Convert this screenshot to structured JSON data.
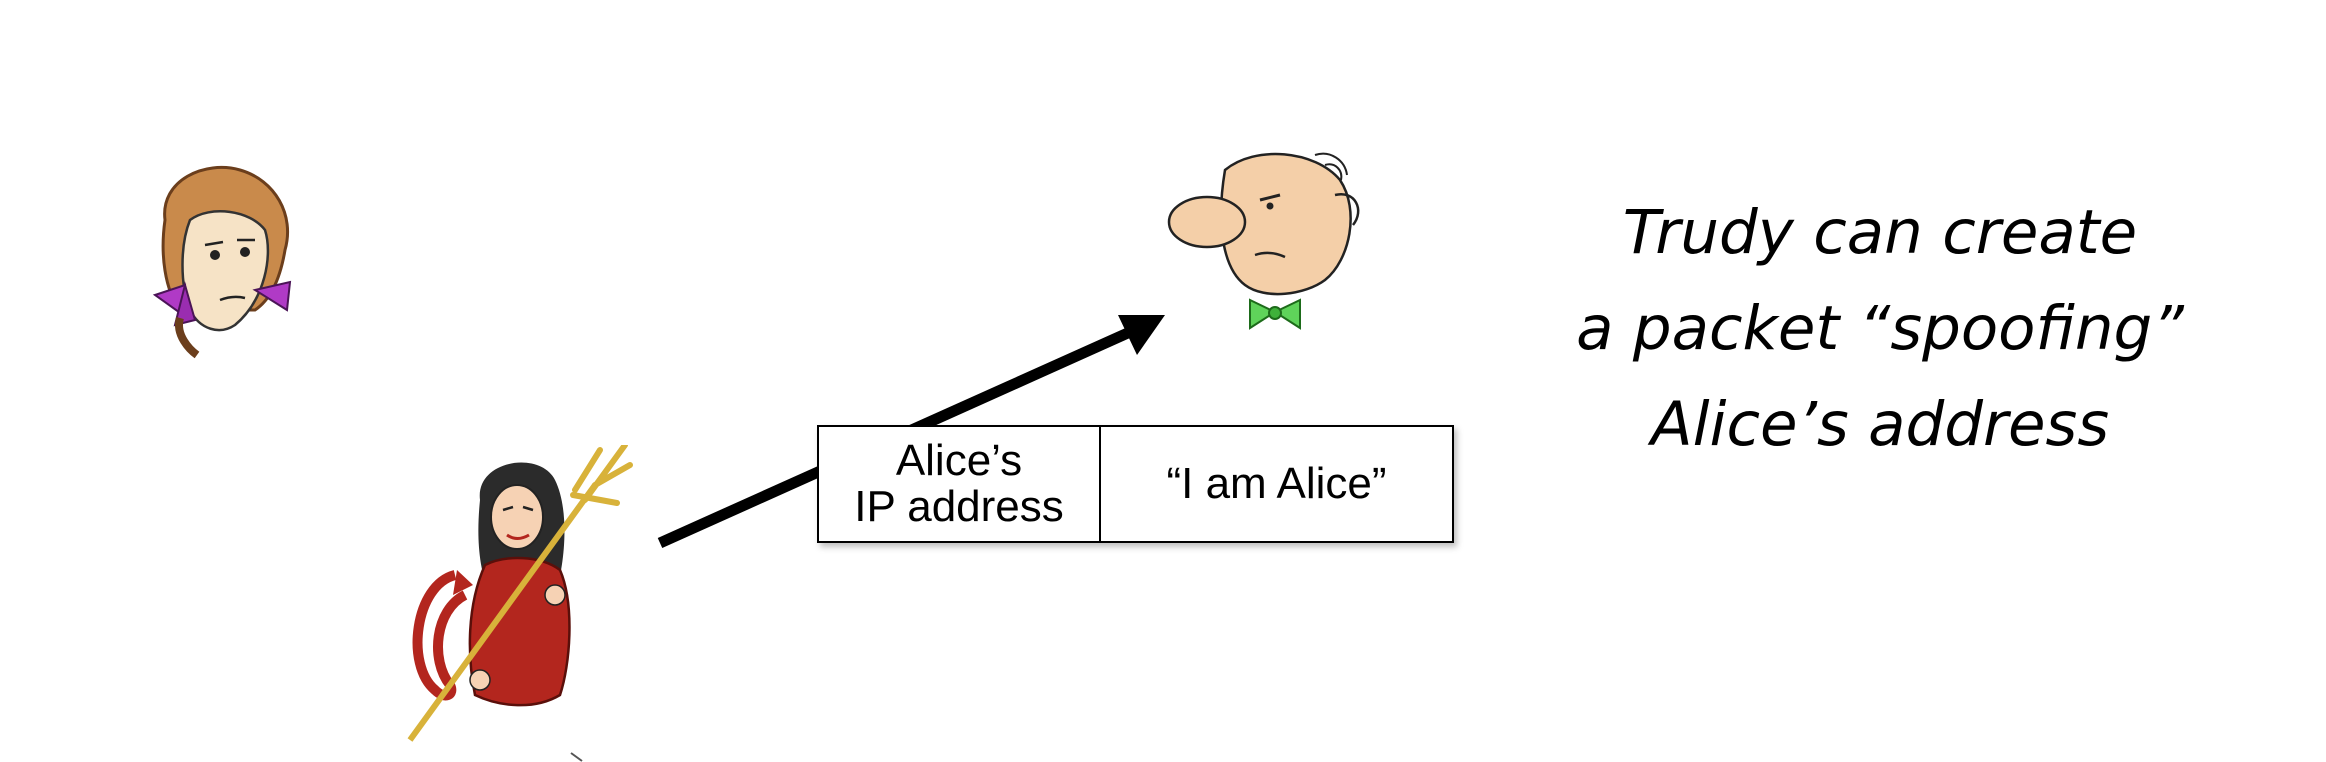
{
  "actors": {
    "alice": {
      "icon": "alice-cartoon-icon"
    },
    "bob": {
      "icon": "bob-cartoon-icon"
    },
    "trudy": {
      "icon": "trudy-devil-icon"
    }
  },
  "packet": {
    "source_line1": "Alice’s",
    "source_line2": "IP address",
    "payload": "“I am Alice”"
  },
  "caption": {
    "line1": "Trudy can create",
    "line2": "a packet “spoofing”",
    "line3": "Alice’s address"
  },
  "colors": {
    "alice_bow": "#b03ac6",
    "bob_bowtie": "#5fd35a",
    "trudy_dress": "#b3261e",
    "trident": "#d8b23a",
    "arrow": "#000000"
  }
}
